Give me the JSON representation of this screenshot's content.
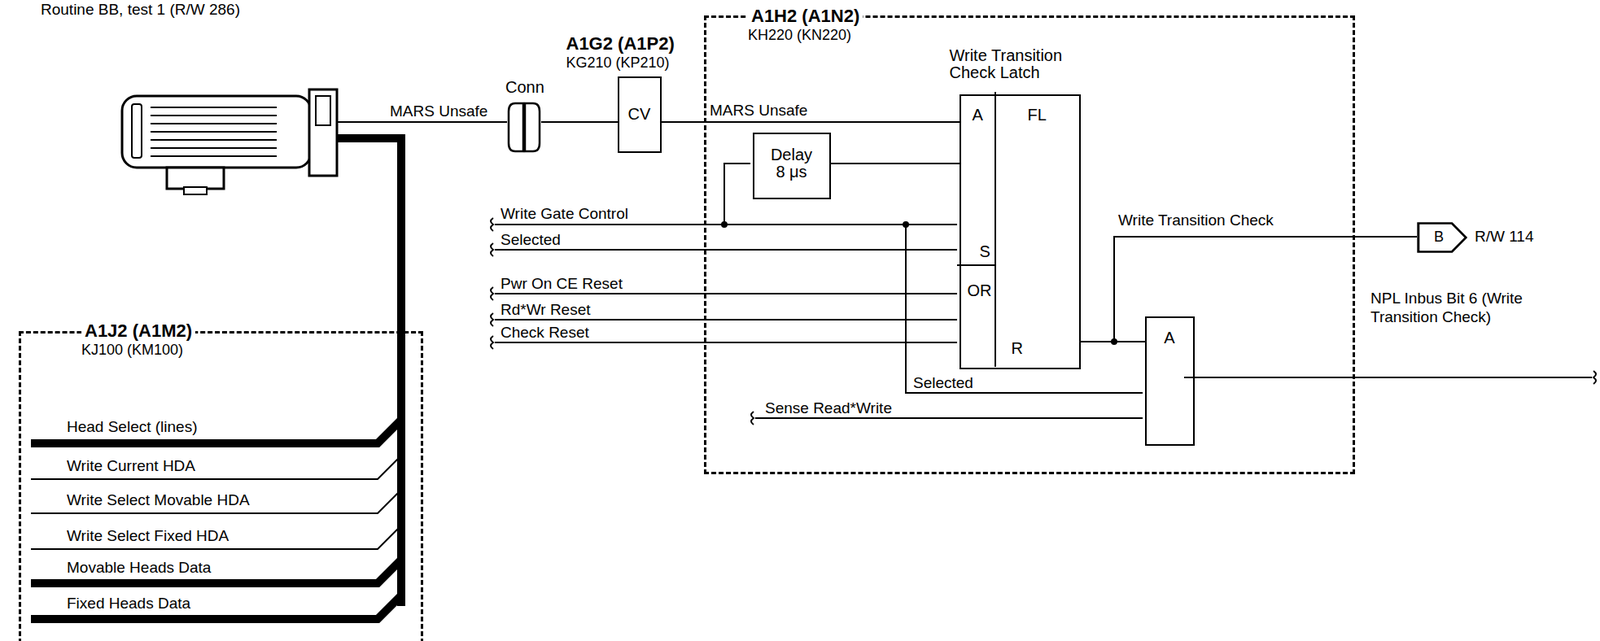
{
  "diagram": {
    "title": "Routine BB, test 1   (R/W 286)",
    "nodes": [
      {
        "text": [
          "Conn"
        ]
      },
      {
        "text": [
          "A1G2 (A1P2)",
          "KG210 (KP210)",
          "CV"
        ]
      },
      {
        "text": [
          "A1H2 (A1N2)",
          "KH220 (KN220)"
        ]
      },
      {
        "text": [
          "Delay 8 μs"
        ],
        "in": 2
      },
      {
        "text": [
          "Write Transition Check Latch",
          "A",
          "FL",
          "S",
          "OR",
          "R"
        ],
        "in": 2
      },
      {
        "text": [
          "A"
        ],
        "in": 2
      },
      {
        "text": [
          "B"
        ]
      },
      {
        "text": [
          "A1J2 (A1M2)",
          "KJ100 (KM100)"
        ]
      }
    ],
    "edges": [
      {
        "from": 0,
        "to": 1,
        "arrow": "none"
      },
      {
        "from": 1,
        "to": 4,
        "label": "MARS Unsafe",
        "arrow": "none"
      },
      {
        "from": 3,
        "to": 4,
        "arrow": "none"
      },
      {
        "from": 4,
        "to": 5,
        "arrow": "none"
      },
      {
        "from": 4,
        "to": 6,
        "label": "Write Transition Check",
        "arrow": "none"
      }
    ],
    "labels": [
      "MARS Unsafe",
      "Write Gate Control",
      "Selected",
      "Pwr On CE Reset",
      "Rd*Wr Reset",
      "Check Reset",
      "Selected",
      "Sense Read*Write",
      "R/W 114",
      "NPL Inbus Bit 6 (Write Transition Check)",
      "Head Select (lines)",
      "Write Current HDA",
      "Write Select Movable HDA",
      "Write Select Fixed HDA",
      "Movable Heads Data",
      "Fixed Heads Data"
    ]
  }
}
